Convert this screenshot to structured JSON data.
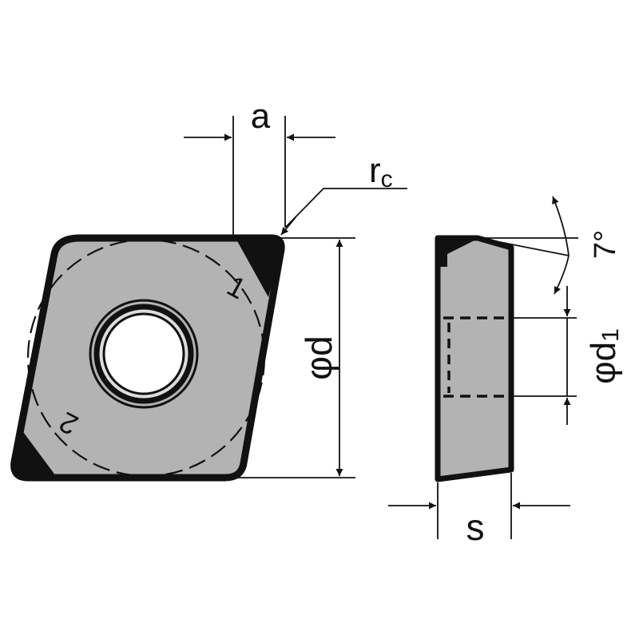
{
  "labels": {
    "a": "a",
    "rc_main": "r",
    "rc_sub": "c",
    "phi_d": "φd",
    "phi_d1_main": "φd",
    "phi_d1_sub": "1",
    "s": "s",
    "angle": "7°",
    "edge1": "1",
    "edge2": "2"
  },
  "colors": {
    "outline": "#111111",
    "insert_fill": "#b3b3b3",
    "corner_fill": "#111111",
    "background": "#ffffff"
  }
}
